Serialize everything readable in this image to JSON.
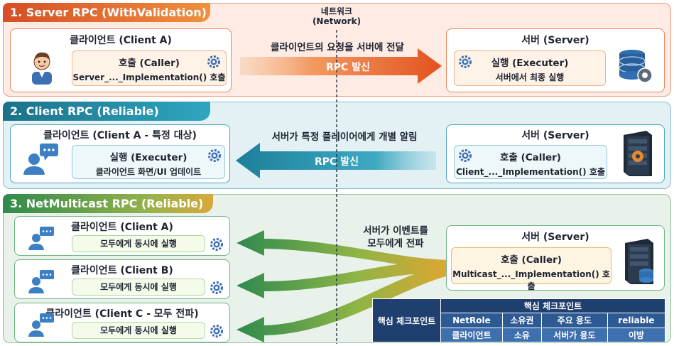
{
  "network": {
    "line1": "네트워크",
    "line2": "(Network)"
  },
  "sections": {
    "s1": {
      "title": "1. Server RPC (WithValidation)",
      "client": {
        "title": "클라이언트 (Client A)",
        "inner_line1": "호출 (Caller)",
        "inner_line2": "Server_..._Implementation() 호출"
      },
      "arrow_label": "클라이언트의 요청을 서버에 전달",
      "arrow_text": "RPC 발신",
      "server": {
        "title": "서버 (Server)",
        "inner_line1": "실행 (Executer)",
        "inner_line2": "서버에서 최종 실행"
      }
    },
    "s2": {
      "title": "2. Client RPC (Reliable)",
      "client": {
        "title": "클라이언트 (Client A - 특정 대상)",
        "inner_line1": "실행 (Executer)",
        "inner_line2": "클라이언트 화면/UI 업데이트"
      },
      "arrow_label": "서버가 특정 플레이어에게 개별 알림",
      "arrow_text": "RPC 발신",
      "server": {
        "title": "서버 (Server)",
        "inner_line1": "호출 (Caller)",
        "inner_line2": "Client_..._Implementation() 호출"
      }
    },
    "s3": {
      "title": "3. NetMulticast RPC (Reliable)",
      "clients": [
        {
          "title": "클라이언트 (Client A)",
          "inner": "모두에게 동시에 실행"
        },
        {
          "title": "클라이언트 (Client B)",
          "inner": "모두에게 동시에 실행"
        },
        {
          "title": "클라이언트 (Client C - 모두 전파)",
          "inner": "모두에게 동시에 실행"
        }
      ],
      "arrow_label_line1": "서버가 이벤트를",
      "arrow_label_line2": "모두에게 전파",
      "server": {
        "title": "서버 (Server)",
        "inner_line1": "호출 (Caller)",
        "inner_line2": "Multicast_..._Implementation() 호출"
      }
    }
  },
  "checkpoints": {
    "side_label": "핵심 체크포인트",
    "header": "핵심 체크포인트",
    "columns": [
      "NetRole",
      "소유권",
      "주요 용도",
      "reliable"
    ],
    "values": [
      "클라이언트",
      "소유",
      "서버가 용도",
      "이방"
    ]
  },
  "colors": {
    "server_rpc": "#e8602c",
    "client_rpc": "#1f8aa5",
    "multicast": "#3c9a58",
    "table": "#2e5a94"
  },
  "icons": [
    "person-icon",
    "gear-icon",
    "database-server-icon",
    "chat-user-icon",
    "server-rack-icon"
  ]
}
